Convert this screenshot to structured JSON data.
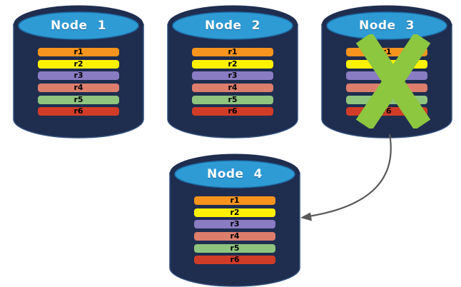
{
  "colors": {
    "background": "#ffffff",
    "cylinder_body": "#1F2D4F",
    "cylinder_top": "#2E9BD5",
    "x_mark": "#8DC63F",
    "arrow": "#595959"
  },
  "nodes": [
    {
      "title": "Node 1",
      "crossed_out": false,
      "partitions": [
        {
          "label": "r1",
          "color": "#F7941E"
        },
        {
          "label": "r2",
          "color": "#FFF200"
        },
        {
          "label": "r3",
          "color": "#8A7CC2"
        },
        {
          "label": "r4",
          "color": "#DD7E6C"
        },
        {
          "label": "r5",
          "color": "#8FC47E"
        },
        {
          "label": "r6",
          "color": "#D03C28"
        }
      ]
    },
    {
      "title": "Node 2",
      "crossed_out": false,
      "partitions": [
        {
          "label": "r1",
          "color": "#F7941E"
        },
        {
          "label": "r2",
          "color": "#FFF200"
        },
        {
          "label": "r3",
          "color": "#8A7CC2"
        },
        {
          "label": "r4",
          "color": "#DD7E6C"
        },
        {
          "label": "r5",
          "color": "#8FC47E"
        },
        {
          "label": "r6",
          "color": "#D03C28"
        }
      ]
    },
    {
      "title": "Node 3",
      "crossed_out": true,
      "partitions": [
        {
          "label": "r1",
          "color": "#F7941E"
        },
        {
          "label": "r2",
          "color": "#FFF200"
        },
        {
          "label": "r3",
          "color": "#8A7CC2"
        },
        {
          "label": "r4",
          "color": "#DD7E6C"
        },
        {
          "label": "r5",
          "color": "#8FC47E"
        },
        {
          "label": "r6",
          "color": "#D03C28"
        }
      ]
    },
    {
      "title": "Node 4",
      "crossed_out": false,
      "partitions": [
        {
          "label": "r1",
          "color": "#F7941E"
        },
        {
          "label": "r2",
          "color": "#FFF200"
        },
        {
          "label": "r3",
          "color": "#8A7CC2"
        },
        {
          "label": "r4",
          "color": "#DD7E6C"
        },
        {
          "label": "r5",
          "color": "#8FC47E"
        },
        {
          "label": "r6",
          "color": "#D03C28"
        }
      ]
    }
  ],
  "arrow": {
    "from": "Node 3",
    "to": "Node 4"
  }
}
